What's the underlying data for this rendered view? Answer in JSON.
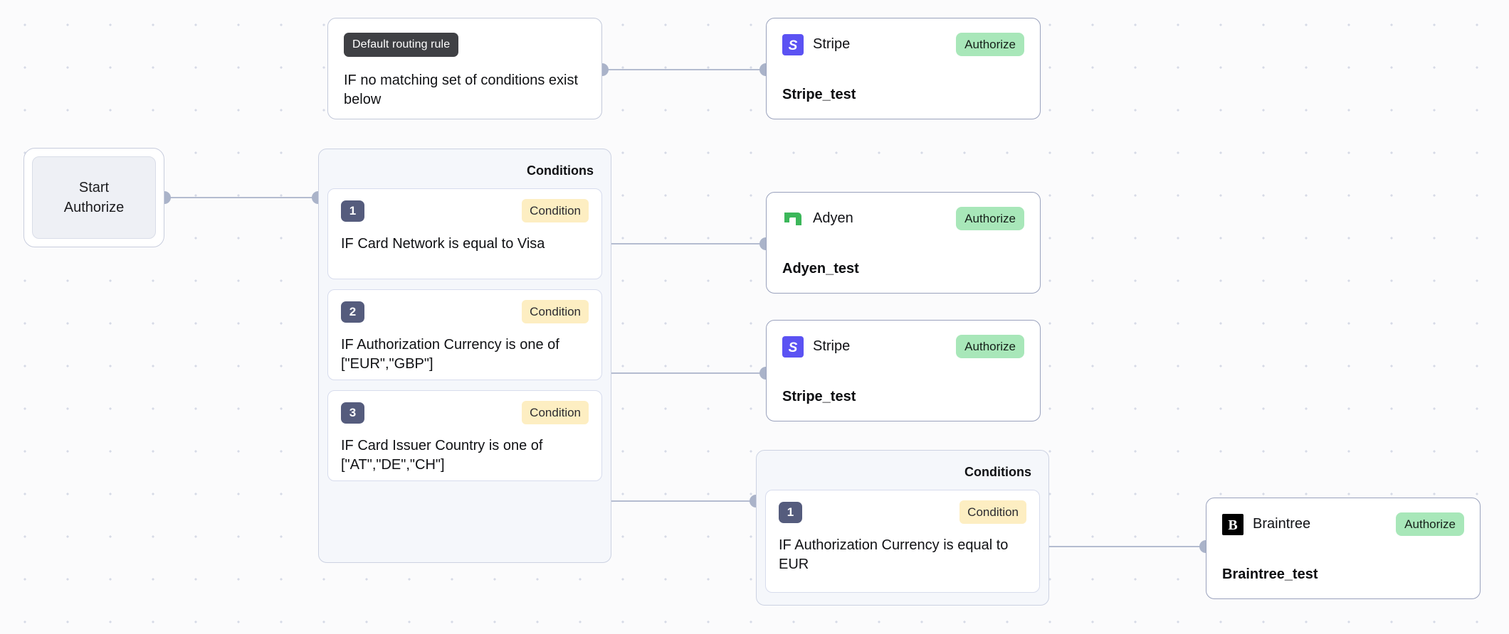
{
  "canvas": {
    "background_color": "#fbfbfc",
    "dot_color": "#d6dae6",
    "edge_color": "#b4bcd0",
    "port_color": "#aab3c9"
  },
  "start_node": {
    "label": "Start\nAuthorize",
    "line1": "Start",
    "line2": "Authorize"
  },
  "default_rule": {
    "badge": "Default routing rule",
    "text": "IF no matching set of conditions exist below"
  },
  "condition_groups": [
    {
      "title": "Conditions",
      "conditions": [
        {
          "number": "1",
          "tag": "Condition",
          "text": "IF Card Network is equal to Visa"
        },
        {
          "number": "2",
          "tag": "Condition",
          "text": "IF Authorization Currency is one of [\"EUR\",\"GBP\"]"
        },
        {
          "number": "3",
          "tag": "Condition",
          "text": "IF Card Issuer Country is one of [\"AT\",\"DE\",\"CH\"]"
        }
      ]
    },
    {
      "title": "Conditions",
      "conditions": [
        {
          "number": "1",
          "tag": "Condition",
          "text": "IF Authorization Currency is equal to EUR"
        }
      ]
    }
  ],
  "processors": [
    {
      "icon": "stripe-logo-icon",
      "name": "Stripe",
      "tag": "Authorize",
      "label": "Stripe_test",
      "logo_color": "#5b52f3"
    },
    {
      "icon": "adyen-logo-icon",
      "name": "Adyen",
      "tag": "Authorize",
      "label": "Adyen_test",
      "logo_color": "#3cb75a"
    },
    {
      "icon": "stripe-logo-icon",
      "name": "Stripe",
      "tag": "Authorize",
      "label": "Stripe_test",
      "logo_color": "#5b52f3"
    },
    {
      "icon": "braintree-logo-icon",
      "name": "Braintree",
      "tag": "Authorize",
      "label": "Braintree_test",
      "logo_color": "#000000"
    }
  ],
  "badge_colors": {
    "default_rule": "#3f4044",
    "condition": "#fdeec2",
    "authorize": "#a8e7b9",
    "number": "#555c7d"
  }
}
